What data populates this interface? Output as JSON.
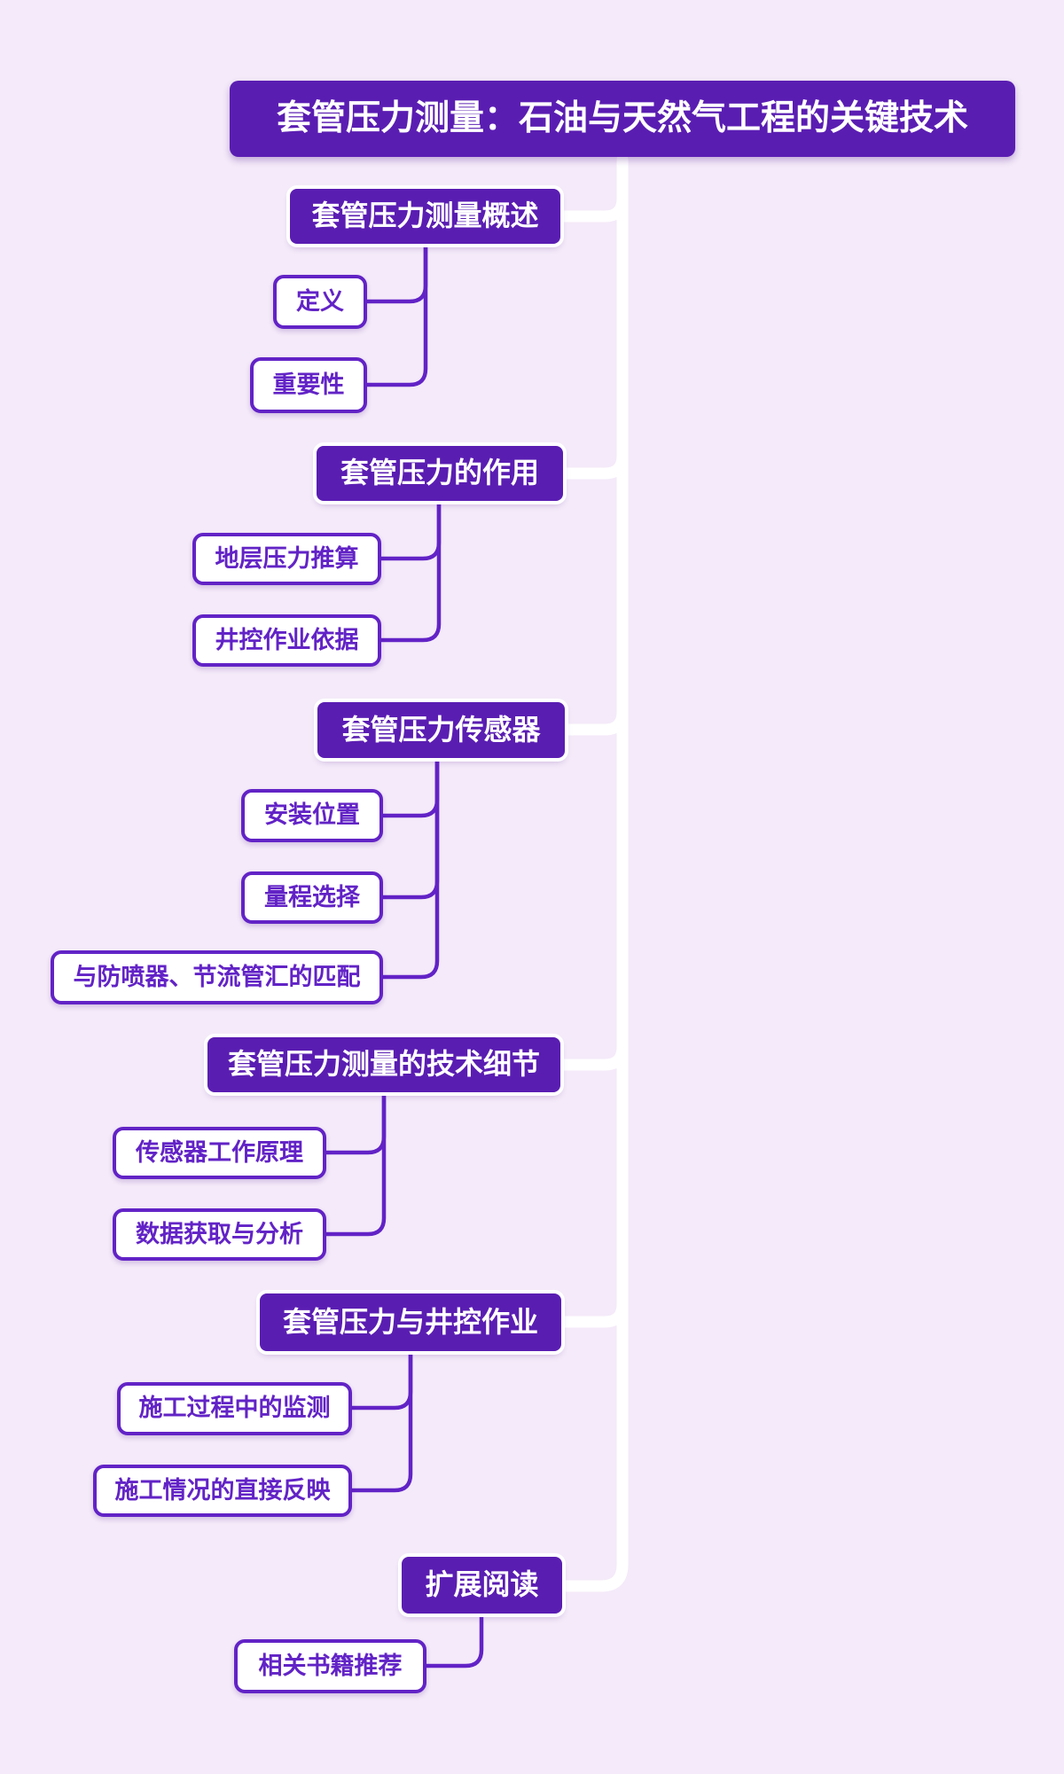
{
  "title": {
    "label": "套管压力测量：石油与天然气工程的关键技术"
  },
  "branches": [
    {
      "label": "套管压力测量概述",
      "children": [
        {
          "label": "定义"
        },
        {
          "label": "重要性"
        }
      ]
    },
    {
      "label": "套管压力的作用",
      "children": [
        {
          "label": "地层压力推算"
        },
        {
          "label": "井控作业依据"
        }
      ]
    },
    {
      "label": "套管压力传感器",
      "children": [
        {
          "label": "安装位置"
        },
        {
          "label": "量程选择"
        },
        {
          "label": "与防喷器、节流管汇的匹配"
        }
      ]
    },
    {
      "label": "套管压力测量的技术细节",
      "children": [
        {
          "label": "传感器工作原理"
        },
        {
          "label": "数据获取与分析"
        }
      ]
    },
    {
      "label": "套管压力与井控作业",
      "children": [
        {
          "label": "施工过程中的监测"
        },
        {
          "label": "施工情况的直接反映"
        }
      ]
    },
    {
      "label": "扩展阅读",
      "children": [
        {
          "label": "相关书籍推荐"
        }
      ]
    }
  ],
  "colors": {
    "background": "#F4EAF9",
    "node_fill": "#5A1DB2",
    "node_text": "#FFFFFF",
    "child_fill": "#FFFFFF",
    "child_border": "#6223C6",
    "child_text": "#6223C6",
    "spine": "#FFFFFF"
  }
}
